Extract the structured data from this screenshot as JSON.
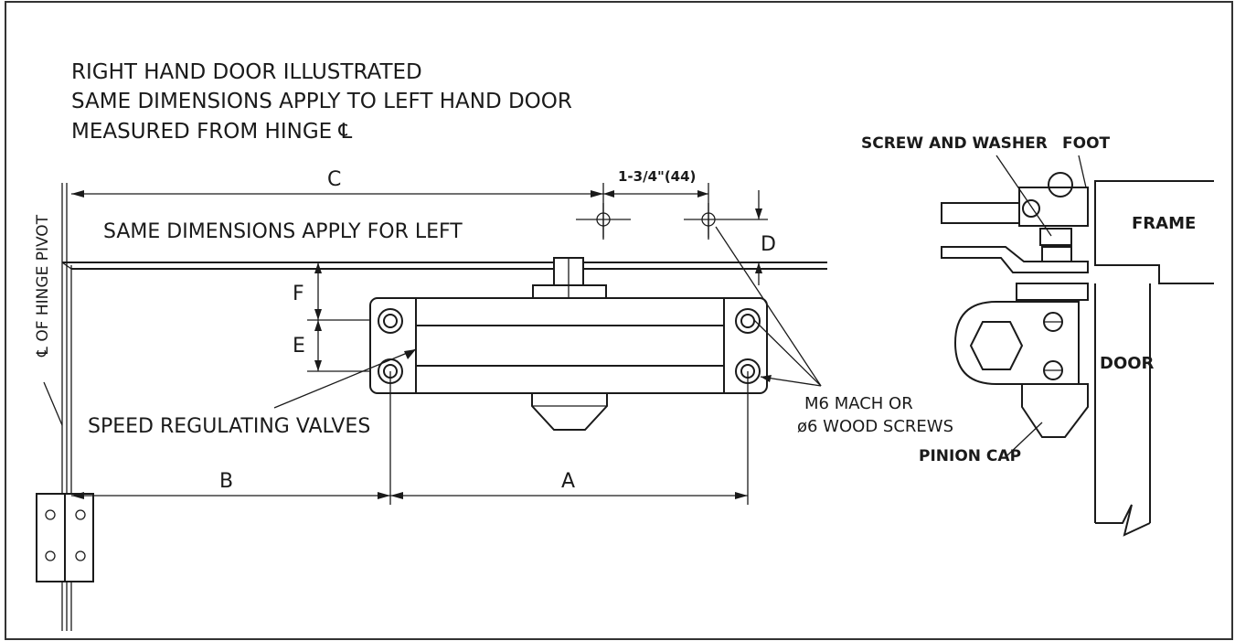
{
  "notes": {
    "line1": "RIGHT HAND DOOR ILLUSTRATED",
    "line2": "SAME DIMENSIONS APPLY TO  LEFT  HAND DOOR",
    "line3": "MEASURED FROM HINGE ℄"
  },
  "same_for_left": "SAME DIMENSIONS APPLY FOR LEFT",
  "dimensions": {
    "a": "A",
    "b": "B",
    "c": "C",
    "d": "D",
    "e": "E",
    "f": "F",
    "spacing": "1-3/4\"(44)"
  },
  "hinge_pivot_label": "℄ OF HINGE PIVOT",
  "callouts": {
    "speed_valves": "SPEED REGULATING VALVES",
    "screws_line1": "M6 MACH OR",
    "screws_line2": "ø6 WOOD SCREWS",
    "screw_washer": "SCREW AND WASHER",
    "foot": "FOOT",
    "frame": "FRAME",
    "door": "DOOR",
    "pinion_cap": "PINION CAP"
  }
}
